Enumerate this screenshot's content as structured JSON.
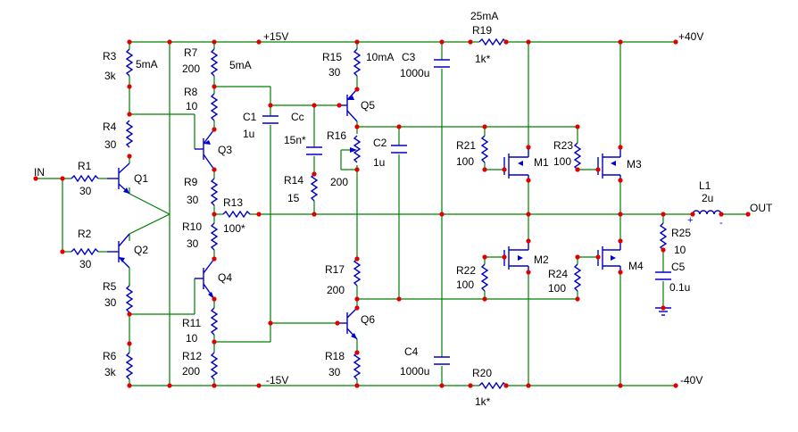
{
  "rails": {
    "pos15": "+15V",
    "neg15": "-15V",
    "pos40": "+40V",
    "neg40": "-40V"
  },
  "ports": {
    "in": "IN",
    "out": "OUT"
  },
  "annotations": {
    "current_r3": "5mA",
    "current_r7": "5mA",
    "current_r15": "10mA",
    "current_r19": "25mA"
  },
  "polarity": {
    "plus": "+",
    "minus": "-"
  },
  "transistors": {
    "q1": "Q1",
    "q2": "Q2",
    "q3": "Q3",
    "q4": "Q4",
    "q5": "Q5",
    "q6": "Q6",
    "m1": "M1",
    "m2": "M2",
    "m3": "M3",
    "m4": "M4"
  },
  "resistors": {
    "r1": {
      "name": "R1",
      "value": "30"
    },
    "r2": {
      "name": "R2",
      "value": "30"
    },
    "r3": {
      "name": "R3",
      "value": "3k"
    },
    "r4": {
      "name": "R4",
      "value": "30"
    },
    "r5": {
      "name": "R5",
      "value": "30"
    },
    "r6": {
      "name": "R6",
      "value": "3k"
    },
    "r7": {
      "name": "R7",
      "value": "200"
    },
    "r8": {
      "name": "R8",
      "value": "10"
    },
    "r9": {
      "name": "R9",
      "value": "30"
    },
    "r10": {
      "name": "R10",
      "value": "30"
    },
    "r11": {
      "name": "R11",
      "value": "10"
    },
    "r12": {
      "name": "R12",
      "value": "200"
    },
    "r13": {
      "name": "R13",
      "value": "100*"
    },
    "r14": {
      "name": "R14",
      "value": "15"
    },
    "r15": {
      "name": "R15",
      "value": "30"
    },
    "r16": {
      "name": "R16",
      "value": "200"
    },
    "r17": {
      "name": "R17",
      "value": "200"
    },
    "r18": {
      "name": "R18",
      "value": "30"
    },
    "r19": {
      "name": "R19",
      "value": "1k*"
    },
    "r20": {
      "name": "R20",
      "value": "1k*"
    },
    "r21": {
      "name": "R21",
      "value": "100"
    },
    "r22": {
      "name": "R22",
      "value": "100"
    },
    "r23": {
      "name": "R23",
      "value": "100"
    },
    "r24": {
      "name": "R24",
      "value": "100"
    },
    "r25": {
      "name": "R25",
      "value": "10"
    }
  },
  "capacitors": {
    "c1": {
      "name": "C1",
      "value": "1u"
    },
    "cc": {
      "name": "Cc",
      "value": "15n*"
    },
    "c2": {
      "name": "C2",
      "value": "1u"
    },
    "c3": {
      "name": "C3",
      "value": "1000u"
    },
    "c4": {
      "name": "C4",
      "value": "1000u"
    },
    "c5": {
      "name": "C5",
      "value": "0.1u"
    }
  },
  "inductors": {
    "l1": {
      "name": "L1",
      "value": "2u"
    }
  }
}
